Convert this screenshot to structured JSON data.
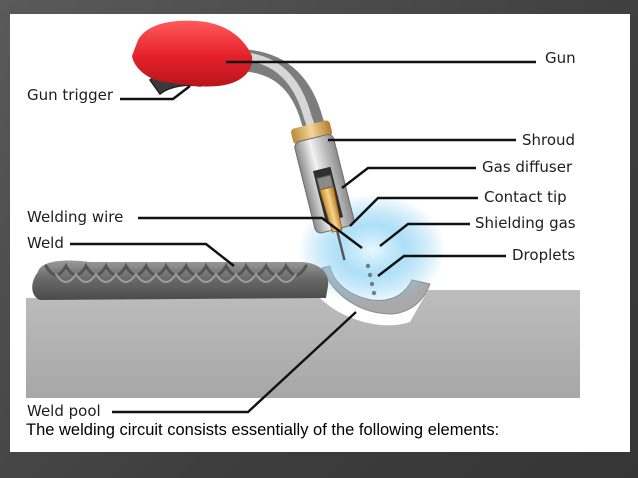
{
  "diagram": {
    "labels": {
      "gun": "Gun",
      "gun_trigger": "Gun trigger",
      "shroud": "Shroud",
      "gas_diffuser": "Gas diffuser",
      "contact_tip": "Contact tip",
      "shielding_gas": "Shielding gas",
      "droplets": "Droplets",
      "welding_wire": "Welding wire",
      "weld": "Weld",
      "weld_pool": "Weld pool"
    },
    "caption": "The welding circuit consists essentially of the following elements:"
  },
  "colors": {
    "slide_background": "#4a4a4a",
    "panel": "#ffffff",
    "gun_handle": "#e4202a",
    "workpiece": "#b3b3b3",
    "shielding_gas": "#7ecbef",
    "leader_lines": "#111111"
  }
}
